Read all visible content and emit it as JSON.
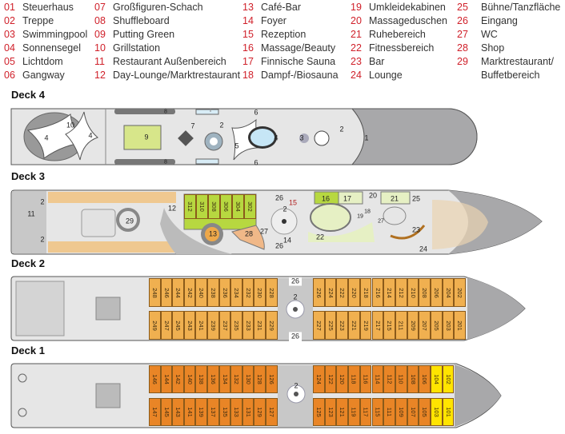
{
  "legend": [
    {
      "n": "01",
      "t": "Steuerhaus"
    },
    {
      "n": "02",
      "t": "Treppe"
    },
    {
      "n": "03",
      "t": "Swimmingpool"
    },
    {
      "n": "04",
      "t": "Sonnensegel"
    },
    {
      "n": "05",
      "t": "Lichtdom"
    },
    {
      "n": "06",
      "t": "Gangway"
    },
    {
      "n": "07",
      "t": "Großfiguren-Schach"
    },
    {
      "n": "08",
      "t": "Shuffleboard"
    },
    {
      "n": "09",
      "t": "Putting Green"
    },
    {
      "n": "10",
      "t": "Grillstation"
    },
    {
      "n": "11",
      "t": "Restaurant Außenbereich"
    },
    {
      "n": "12",
      "t": "Day-Lounge/Marktrestaurant"
    },
    {
      "n": "13",
      "t": "Café-Bar"
    },
    {
      "n": "14",
      "t": "Foyer"
    },
    {
      "n": "15",
      "t": "Rezeption"
    },
    {
      "n": "16",
      "t": "Massage/Beauty"
    },
    {
      "n": "17",
      "t": "Finnische Sauna"
    },
    {
      "n": "18",
      "t": "Dampf-/Biosauna"
    },
    {
      "n": "19",
      "t": "Umkleidekabinen"
    },
    {
      "n": "20",
      "t": "Massageduschen"
    },
    {
      "n": "21",
      "t": "Ruhebereich"
    },
    {
      "n": "22",
      "t": "Fitnessbereich"
    },
    {
      "n": "23",
      "t": "Bar"
    },
    {
      "n": "24",
      "t": "Lounge"
    },
    {
      "n": "25",
      "t": "Bühne/Tanzfläche"
    },
    {
      "n": "26",
      "t": "Eingang"
    },
    {
      "n": "27",
      "t": "WC"
    },
    {
      "n": "28",
      "t": "Shop"
    },
    {
      "n": "29",
      "t": "Marktrestaurant/"
    },
    {
      "n": "",
      "t": "Buffetbereich"
    }
  ],
  "decks": {
    "d4": "Deck 4",
    "d3": "Deck 3",
    "d2": "Deck 2",
    "d1": "Deck 1"
  },
  "deck4": {
    "markers": [
      "4",
      "10",
      "4",
      "8",
      "8",
      "9",
      "7",
      "2",
      "6",
      "6",
      "5",
      "4",
      "3",
      "2",
      "1"
    ]
  },
  "deck3": {
    "markers": [
      "11",
      "2",
      "2",
      "29",
      "12",
      "13",
      "28",
      "27",
      "26",
      "2",
      "15",
      "14",
      "26",
      "22",
      "16",
      "17",
      "20",
      "21",
      "25",
      "19",
      "18",
      "27",
      "23",
      "24"
    ],
    "cabins": [
      "312",
      "310",
      "308",
      "306",
      "304",
      "302"
    ]
  },
  "deck2": {
    "markers": [
      "26",
      "26",
      "2"
    ],
    "top_left": [
      "248",
      "246",
      "244",
      "242",
      "240",
      "238",
      "236",
      "234",
      "232",
      "230",
      "228"
    ],
    "top_right": [
      "226",
      "224",
      "222",
      "220",
      "218",
      "216",
      "214",
      "212",
      "210",
      "208",
      "206",
      "204",
      "202"
    ],
    "bot_left": [
      "249",
      "247",
      "245",
      "243",
      "241",
      "239",
      "237",
      "235",
      "233",
      "231",
      "229"
    ],
    "bot_right": [
      "227",
      "225",
      "223",
      "221",
      "219",
      "217",
      "215",
      "211",
      "209",
      "207",
      "205",
      "203",
      "201"
    ]
  },
  "deck1": {
    "markers": [
      "2"
    ],
    "top_left": [
      "146",
      "144",
      "142",
      "140",
      "138",
      "136",
      "134",
      "132",
      "130",
      "128",
      "126"
    ],
    "top_right": [
      "124",
      "122",
      "120",
      "118",
      "116",
      "114",
      "112",
      "110",
      "108",
      "106",
      "104",
      "102"
    ],
    "bot_left": [
      "147",
      "145",
      "143",
      "141",
      "139",
      "137",
      "135",
      "133",
      "131",
      "129",
      "127"
    ],
    "bot_right": [
      "125",
      "123",
      "121",
      "119",
      "117",
      "115",
      "111",
      "109",
      "107",
      "105",
      "103",
      "101"
    ],
    "yellow": [
      "104",
      "102",
      "103",
      "101"
    ]
  },
  "colors": {
    "legend_number": "#d0202a",
    "cabin_deck2": "#f0b050",
    "cabin_deck1": "#e98526",
    "cabin_yellow": "#ffe400",
    "cabin_deck3": "#b7d840",
    "deck": "#e6e6e6",
    "hull": "#a8a8aa"
  }
}
